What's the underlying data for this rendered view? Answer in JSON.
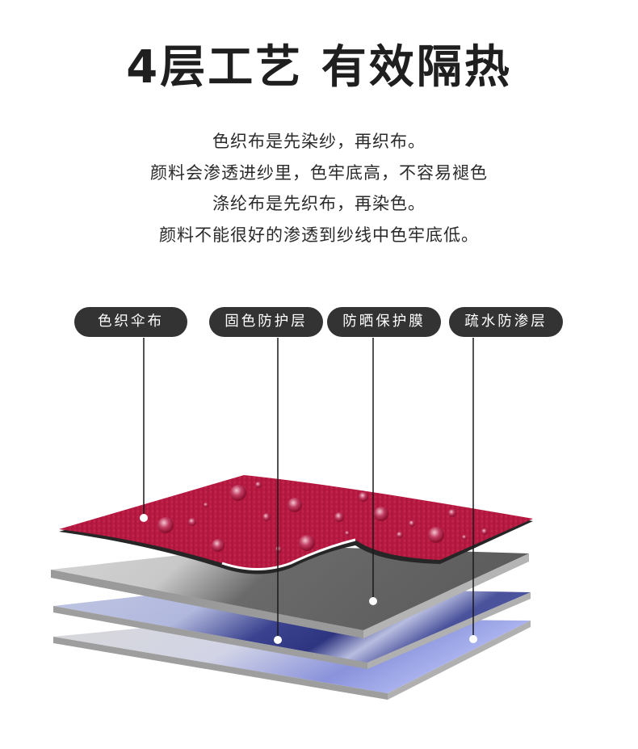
{
  "header": {
    "title": "4层工艺 有效隔热"
  },
  "description": {
    "lines": [
      "色织布是先染纱，再织布。",
      "颜料会渗透进纱里，色牢底高，不容易褪色",
      "涤纶布是先织布，再染色。",
      "颜料不能很好的渗透到纱线中色牢底低。"
    ]
  },
  "layers": {
    "labels": [
      {
        "text": "色织伞布",
        "layer": "red fabric top layer"
      },
      {
        "text": "固色防护层",
        "layer": "blue color-fixing layer"
      },
      {
        "text": "防晒保护膜",
        "layer": "grey sun-protection film"
      },
      {
        "text": "疏水防渗层",
        "layer": "light-blue hydrophobic layer"
      }
    ]
  },
  "colors": {
    "pill_bg": "#333333",
    "pill_text": "#ffffff",
    "fabric_red": "#b5173f",
    "film_grey": "#5a5a5a",
    "blue_dark": "#2e3580",
    "blue_light": "#b3bdf5",
    "edge_grey": "#9a9a9a"
  }
}
